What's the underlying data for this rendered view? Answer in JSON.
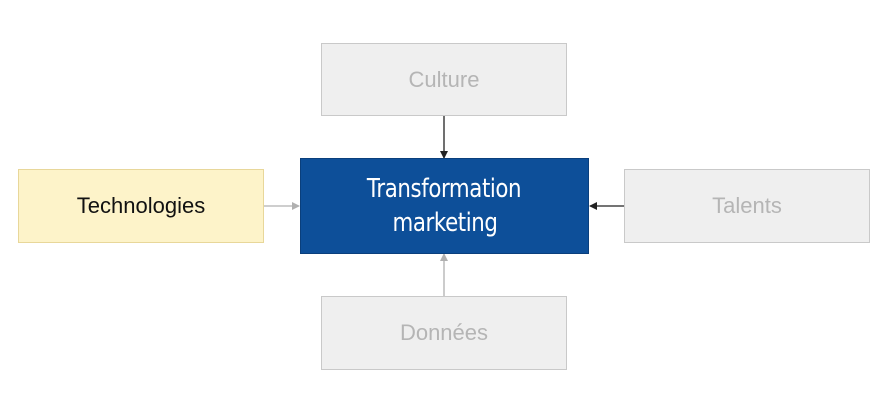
{
  "diagram": {
    "center": {
      "line1": "Transformation",
      "line2": "marketing",
      "color": "#0d4f99"
    },
    "top": {
      "label": "Culture"
    },
    "left": {
      "label": "Technologies",
      "color": "#fdf3c9"
    },
    "right": {
      "label": "Talents"
    },
    "bottom": {
      "label": "Données"
    },
    "colors": {
      "inactive_fill": "#efefef",
      "inactive_text": "#b5b5b5",
      "arrow_dark": "#222222",
      "arrow_light": "#b0b0b0"
    }
  }
}
